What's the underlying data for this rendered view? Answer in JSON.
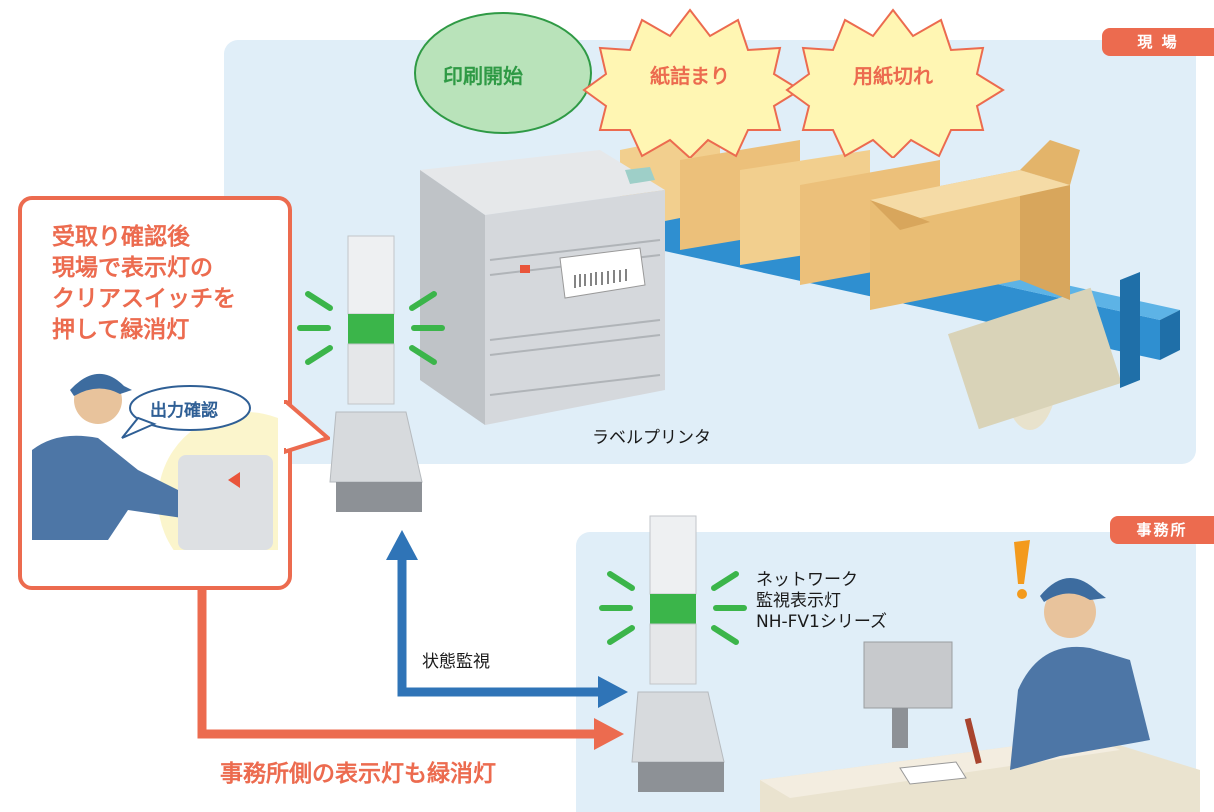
{
  "colors": {
    "accent": "#ec6b4f",
    "panel": "#e0eef8",
    "monitor_arrow": "#2f74b7",
    "signal_green": "#3bb54a"
  },
  "site": {
    "tag": "現 場",
    "printer_label": "ラベルプリンタ"
  },
  "office": {
    "tag": "事務所"
  },
  "events": {
    "start": "印刷開始",
    "jam": "紙詰まり",
    "out_of_paper": "用紙切れ"
  },
  "callout": {
    "text": "受取り確認後\n現場で表示灯の\nクリアスイッチを\n押して緑消灯"
  },
  "speech": {
    "text": "出力確認"
  },
  "device": {
    "name": "ネットワーク\n監視表示灯\nNH-FV1シリーズ"
  },
  "arrows": {
    "monitoring": "状態監視",
    "office_off": "事務所側の表示灯も緑消灯"
  },
  "icons": [
    "exclamation-icon",
    "signal-tower-icon",
    "light-ray-icon"
  ]
}
